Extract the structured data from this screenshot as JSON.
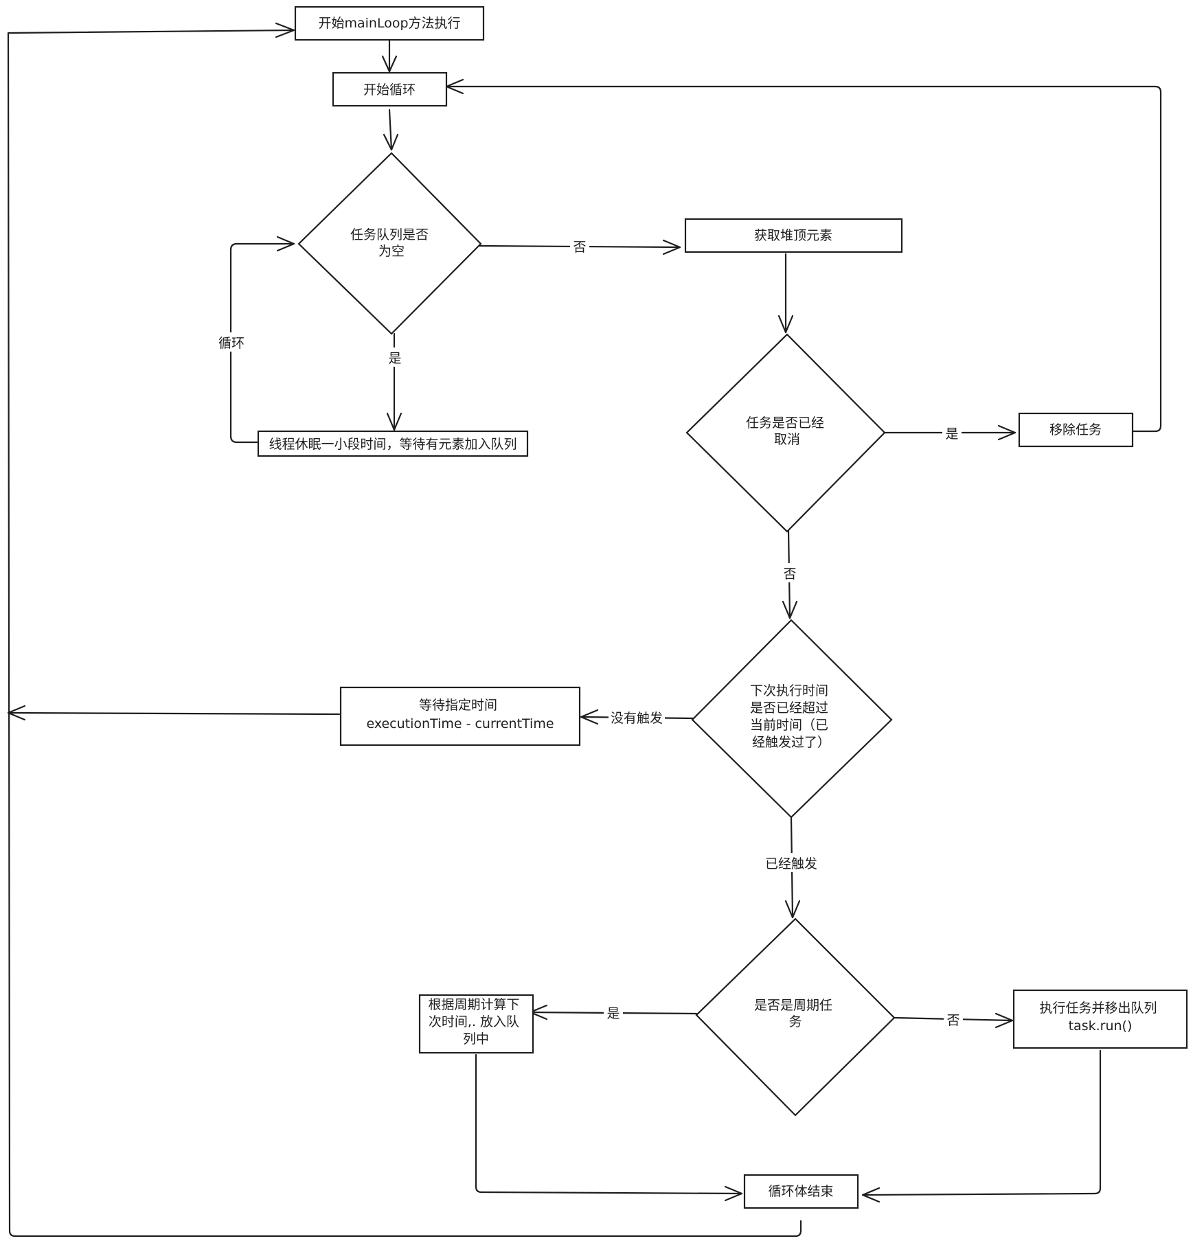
{
  "nodes": {
    "start": {
      "lines": [
        "开始mainLoop方法执行"
      ]
    },
    "loop_start": {
      "lines": [
        "开始循环"
      ]
    },
    "queue_empty": {
      "lines": [
        "任务队列是否",
        "为空"
      ]
    },
    "sleep": {
      "lines": [
        "线程休眠一小段时间，等待有元素加入队列"
      ]
    },
    "get_top": {
      "lines": [
        "获取堆顶元素"
      ]
    },
    "cancelled": {
      "lines": [
        "任务是否已经",
        "取消"
      ]
    },
    "remove": {
      "lines": [
        "移除任务"
      ]
    },
    "time_check": {
      "lines": [
        "下次执行时间",
        "是否已经超过",
        "当前时间（已",
        "经触发过了）"
      ]
    },
    "wait": {
      "lines": [
        "等待指定时间",
        "executionTime - currentTime"
      ]
    },
    "periodic": {
      "lines": [
        "是否是周期任",
        "务"
      ]
    },
    "reschedule": {
      "lines": [
        "根据周期计算下",
        "次时间,. 放入队",
        "列中"
      ]
    },
    "run": {
      "lines": [
        "执行任务并移出队列",
        "task.run()"
      ]
    },
    "loop_end": {
      "lines": [
        "循环体结束"
      ]
    }
  },
  "edge_labels": {
    "queue_no": "否",
    "queue_yes": "是",
    "loop": "循环",
    "cancel_yes": "是",
    "cancel_no": "否",
    "not_triggered": "没有触发",
    "triggered": "已经触发",
    "periodic_yes": "是",
    "periodic_no": "否"
  }
}
